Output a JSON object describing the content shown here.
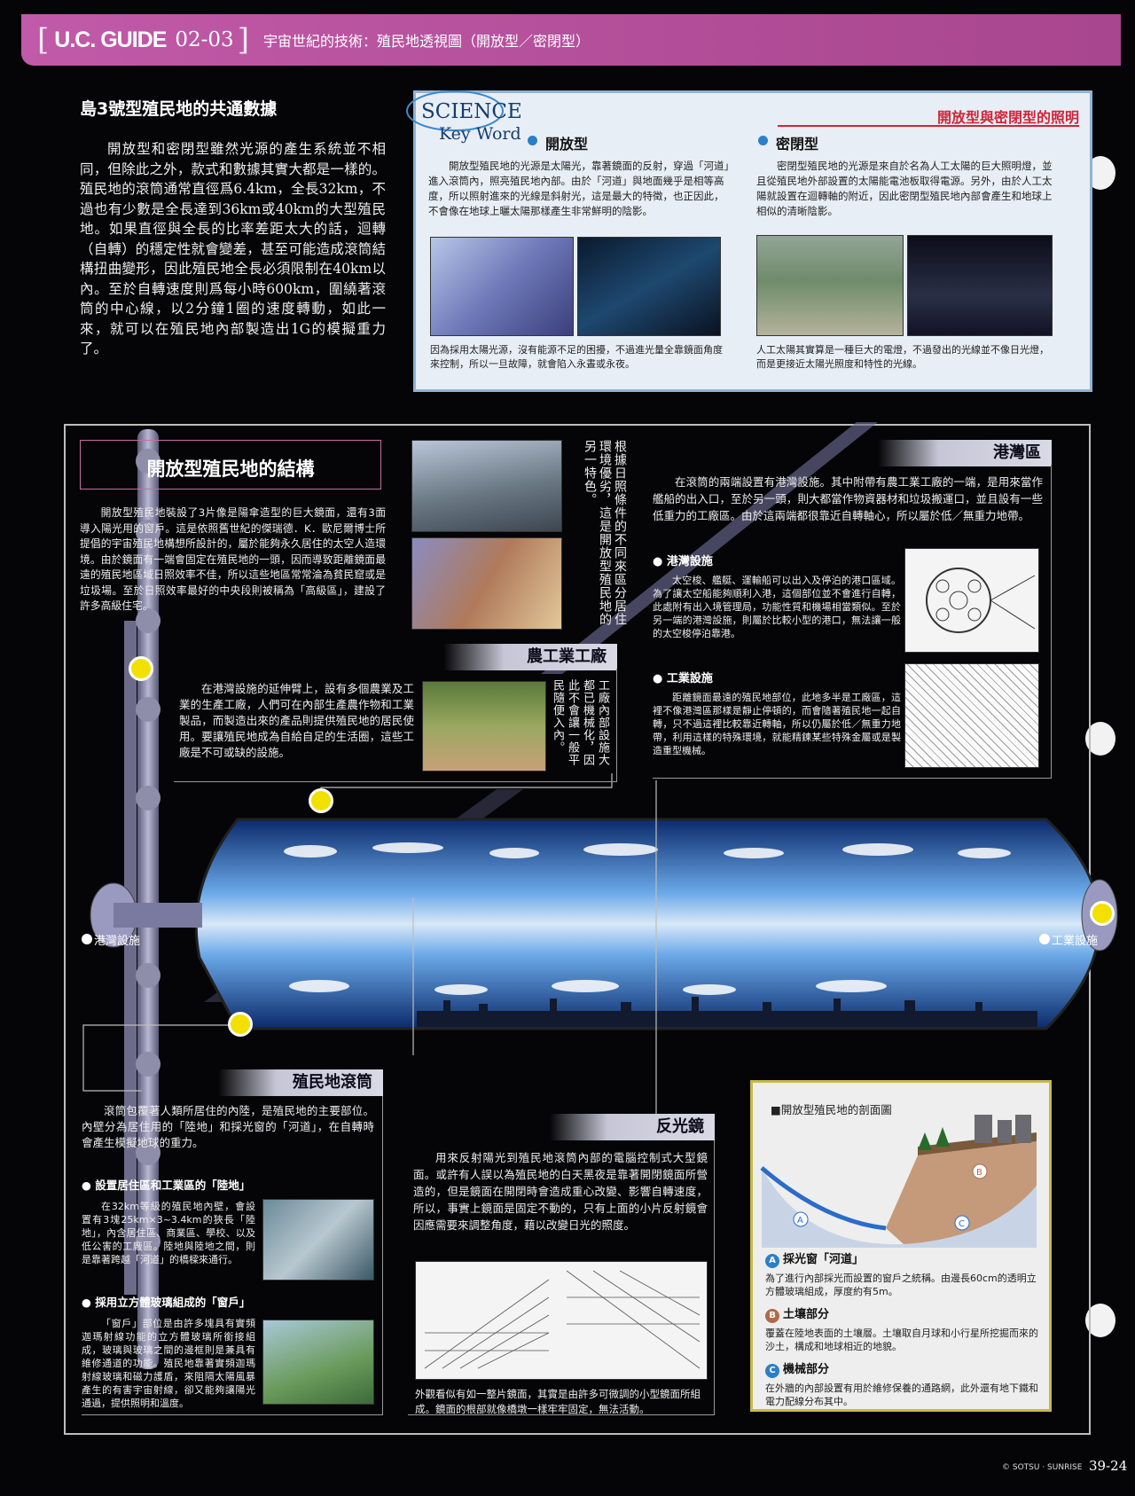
{
  "header": {
    "series": "U.C. GUIDE",
    "number": "02-03",
    "title": "宇宙世紀的技術：殖民地透視圖（開放型／密閉型）"
  },
  "intro": {
    "title": "島3號型殖民地的共通數據",
    "body": "開放型和密閉型雖然光源的產生系統並不相同，但除此之外，款式和數據其實大都是一樣的。殖民地的滾筒通常直徑爲6.4km，全長32km，不過也有少數是全長達到36km或40km的大型殖民地。如果直徑與全長的比率差距太大的話，迴轉（自轉）的穩定性就會變差，甚至可能造成滾筒結構扭曲變形，因此殖民地全長必須限制在40km以內。至於自轉速度則爲每小時600km，圍繞著滾筒的中心線，以2分鐘1圈的速度轉動，如此一來，就可以在殖民地內部製造出1G的模擬重力了。"
  },
  "science": {
    "title_line1": "SCIENCE",
    "title_line2": "Key Word",
    "subtitle": "開放型與密閉型的照明",
    "open": {
      "heading": "開放型",
      "body": "開放型殖民地的光源是太陽光，靠著鏡面的反射，穿過「河道」進入滾筒內，照亮殖民地內部。由於「河道」與地面幾乎是相等高度，所以照射進來的光線是斜射光，這是最大的特徵，也正因此，不會像在地球上曬太陽那樣產生非常鮮明的陰影。",
      "caption": "因為採用太陽光源，沒有能源不足的困擾，不過進光量全靠鏡面角度來控制，所以一旦故障，就會陷入永晝或永夜。"
    },
    "closed": {
      "heading": "密閉型",
      "body": "密閉型殖民地的光源是來自於名為人工太陽的巨大照明燈，並且從殖民地外部設置的太陽能電池板取得電源。另外，由於人工太陽就設置在迴轉軸的附近，因此密閉型殖民地內部會產生和地球上相似的清晰陰影。",
      "caption": "人工太陽其實算是一種巨大的電燈，不過發出的光線並不像日光燈，而是更接近太陽光照度和特性的光線。"
    }
  },
  "structure": {
    "title": "開放型殖民地的結構",
    "body": "開放型殖民地裝設了3片像是陽傘造型的巨大鏡面，還有3面導入陽光用的窗戶。這是依照舊世紀的傑瑞德．K．歐尼爾博士所提倡的宇宙殖民地構想所設計的，屬於能夠永久居住的太空人造環境。由於鏡面有一端會固定在殖民地的一頭，因而導致距離鏡面最遠的殖民地區域日照效率不佳，所以這些地區常常淪為貧民窟或是垃圾場。至於日照效率最好的中央段則被稱為「高級區」，建設了許多高級住宅。",
    "vertical_note": "根據日照條件的不同來區分居住環境優劣，這是開放型殖民地的另一特色。"
  },
  "port": {
    "title": "港灣區",
    "body": "在滾筒的兩端設置有港灣設施。其中附帶有農工業工廠的一端，是用來當作艦船的出入口，至於另一頭，則大都當作物資器材和垃圾搬運口，並且設有一些低重力的工廠區。由於這兩端都很靠近自轉軸心，所以屬於低／無重力地帶。",
    "harbor_heading": "港灣設施",
    "harbor_body": "太空梭、艦艇、運輸船可以出入及停泊的港口區域。為了讓太空船能夠順利入港，這個部位並不會進行自轉，此處附有出入境管理局，功能性質和機場相當類似。至於另一端的港灣設施，則屬於比較小型的港口，無法讓一般的太空梭停泊靠港。",
    "industry_heading": "工業設施",
    "industry_body": "距離鏡面最遠的殖民地部位，此地多半是工廠區，這裡不像港灣區那樣是靜止停頓的，而會隨著殖民地一起自轉，只不過這裡比較靠近轉軸，所以仍屬於低／無重力地帶，利用這樣的特殊環境，就能精鍊某些特殊金屬或是製造重型機械。"
  },
  "farm": {
    "title": "農工業工廠",
    "body": "在港灣設施的延伸臂上，設有多個農業及工業的生產工廠，人們可在內部生產農作物和工業製品，而製造出來的產品則提供殖民地的居民使用。要讓殖民地成為自給自足的生活圈，這些工廠是不可或缺的設施。",
    "vertical_note": "工廠內部設施大都已機械化，因此不會讓一般平民隨便入內。"
  },
  "diagram_labels": {
    "left": "港灣設施",
    "right": "工業設施"
  },
  "cylinder": {
    "title": "殖民地滾筒",
    "body": "滾筒包覆著人類所居住的內陸，是殖民地的主要部位。內壁分為居住用的「陸地」和採光窗的「河道」，在自轉時會產生模擬地球的重力。",
    "land_heading": "設置居住區和工業區的「陸地」",
    "land_body": "在32km等級的殖民地內壁，會設置有3塊25km×3~3.4km的狹長「陸地」，內含居住區、商業區、學校、以及低公害的工廠區。陸地與陸地之間，則是靠著跨越「河道」的橋樑來通行。",
    "window_heading": "採用立方體玻璃組成的「窗戶」",
    "window_body": "「窗戶」部位是由許多塊具有實頻迦瑪射線功能的立方體玻璃所銜接組成，玻璃與玻璃之間的邊框則是兼具有維修通道的功能。殖民地靠著實頻迦瑪射線玻璃和磁力護盾，來阻隔太陽風暴產生的有害宇宙射線，卻又能夠讓陽光通過，提供照明和溫度。"
  },
  "mirror": {
    "title": "反光鏡",
    "body": "用來反射陽光到殖民地滾筒內部的電腦控制式大型鏡面。或許有人誤以為殖民地的白天黑夜是靠著開閉鏡面所營造的，但是鏡面在開閉時會造成重心改變、影響自轉速度，所以，事實上鏡面是固定不動的，只有上面的小片反射鏡會因應需要來調整角度，藉以改變日光的照度。",
    "caption": "外觀看似有如一整片鏡面，其實是由許多可微調的小型鏡面所組成。鏡面的根部就像橋墩一樣牢牢固定，無法活動。"
  },
  "section": {
    "title": "■開放型殖民地的剖面圖",
    "items": [
      {
        "mark": "A",
        "heading": "採光窗「河道」",
        "body": "為了進行內部採光而設置的窗戶之統稱。由邊長60cm的透明立方體玻璃組成，厚度約有5m。"
      },
      {
        "mark": "B",
        "heading": "土壤部分",
        "body": "覆蓋在陸地表面的土壤層。土壤取自月球和小行星所挖掘而來的沙土，構成和地球相近的地貌。"
      },
      {
        "mark": "C",
        "heading": "機械部分",
        "body": "在外牆的內部設置有用於維修保養的通路網，此外還有地下鐵和電力配線分布其中。"
      }
    ]
  },
  "footer": {
    "credit": "© SOTSU · SUNRISE",
    "page": "39-24"
  },
  "colors": {
    "header": "#b4509c",
    "accent_blue": "#2b7fc8",
    "science_red": "#d0243a",
    "dot_yellow": "#f2e100"
  }
}
